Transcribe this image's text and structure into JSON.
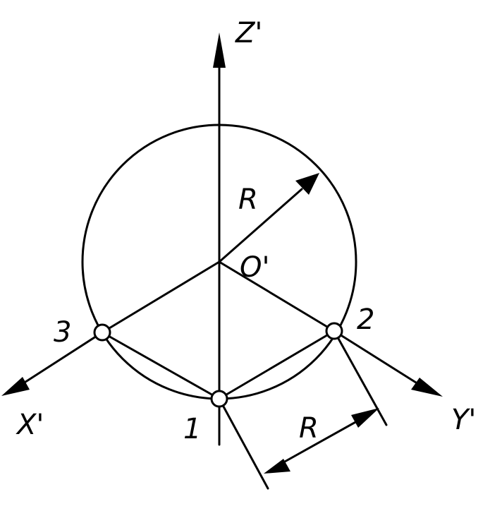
{
  "labels": {
    "z_axis": "Z'",
    "x_axis": "X'",
    "y_axis": "Y'",
    "origin": "O'",
    "point_1": "1",
    "point_2": "2",
    "point_3": "3",
    "radius": "R",
    "dimension": "R"
  },
  "colors": {
    "line": "#000000",
    "background": "#ffffff"
  }
}
